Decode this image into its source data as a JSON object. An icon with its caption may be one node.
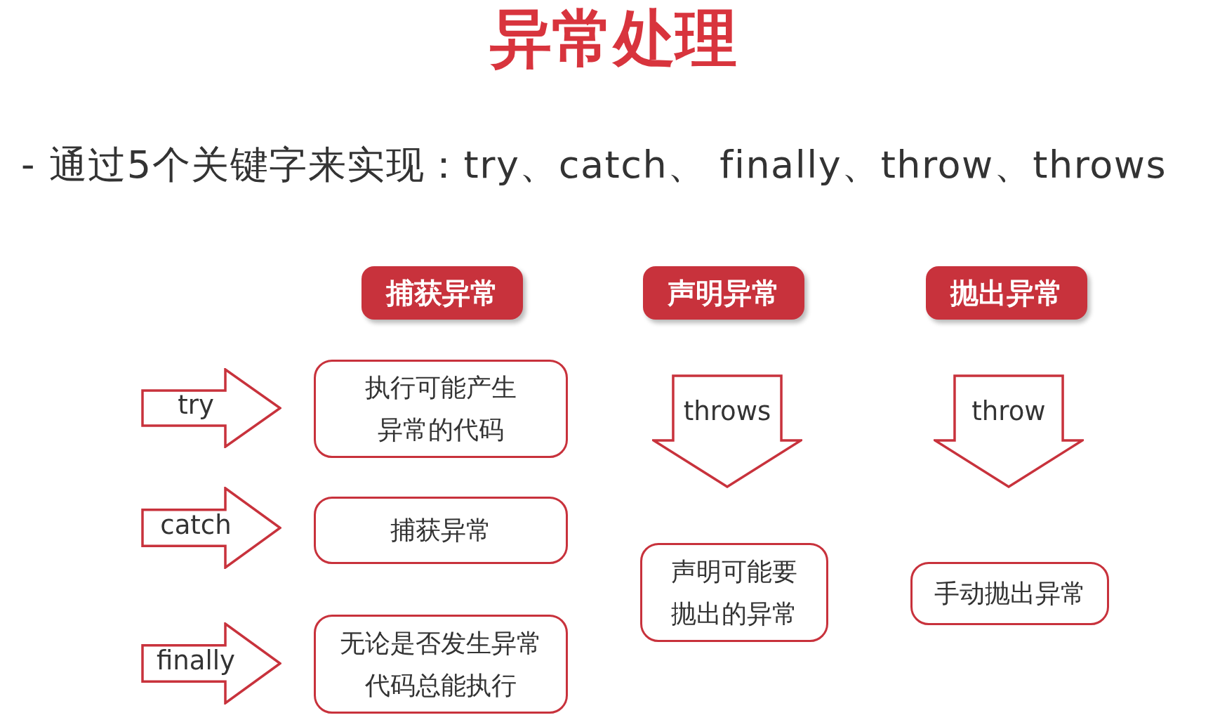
{
  "diagram": {
    "title": "异常处理",
    "nodes": [
      {
        "text": [
          "捕获异常"
        ]
      },
      {
        "text": [
          "声明异常"
        ]
      },
      {
        "text": [
          "抛出异常"
        ]
      },
      {
        "text": [
          "try"
        ]
      },
      {
        "text": [
          "执行可能产生异常的代码"
        ]
      },
      {
        "text": [
          "catch"
        ]
      },
      {
        "text": [
          "捕获异常"
        ]
      },
      {
        "text": [
          "finally"
        ]
      },
      {
        "text": [
          "无论是否发生异常代码总能执行"
        ]
      },
      {
        "text": [
          "throws"
        ]
      },
      {
        "text": [
          "声明可能要抛出的异常"
        ]
      },
      {
        "text": [
          "throw"
        ]
      },
      {
        "text": [
          "手动抛出异常"
        ]
      }
    ],
    "labels": [
      "- 通过5个关键字来实现：try、catch、 finally、throw、throws"
    ]
  }
}
